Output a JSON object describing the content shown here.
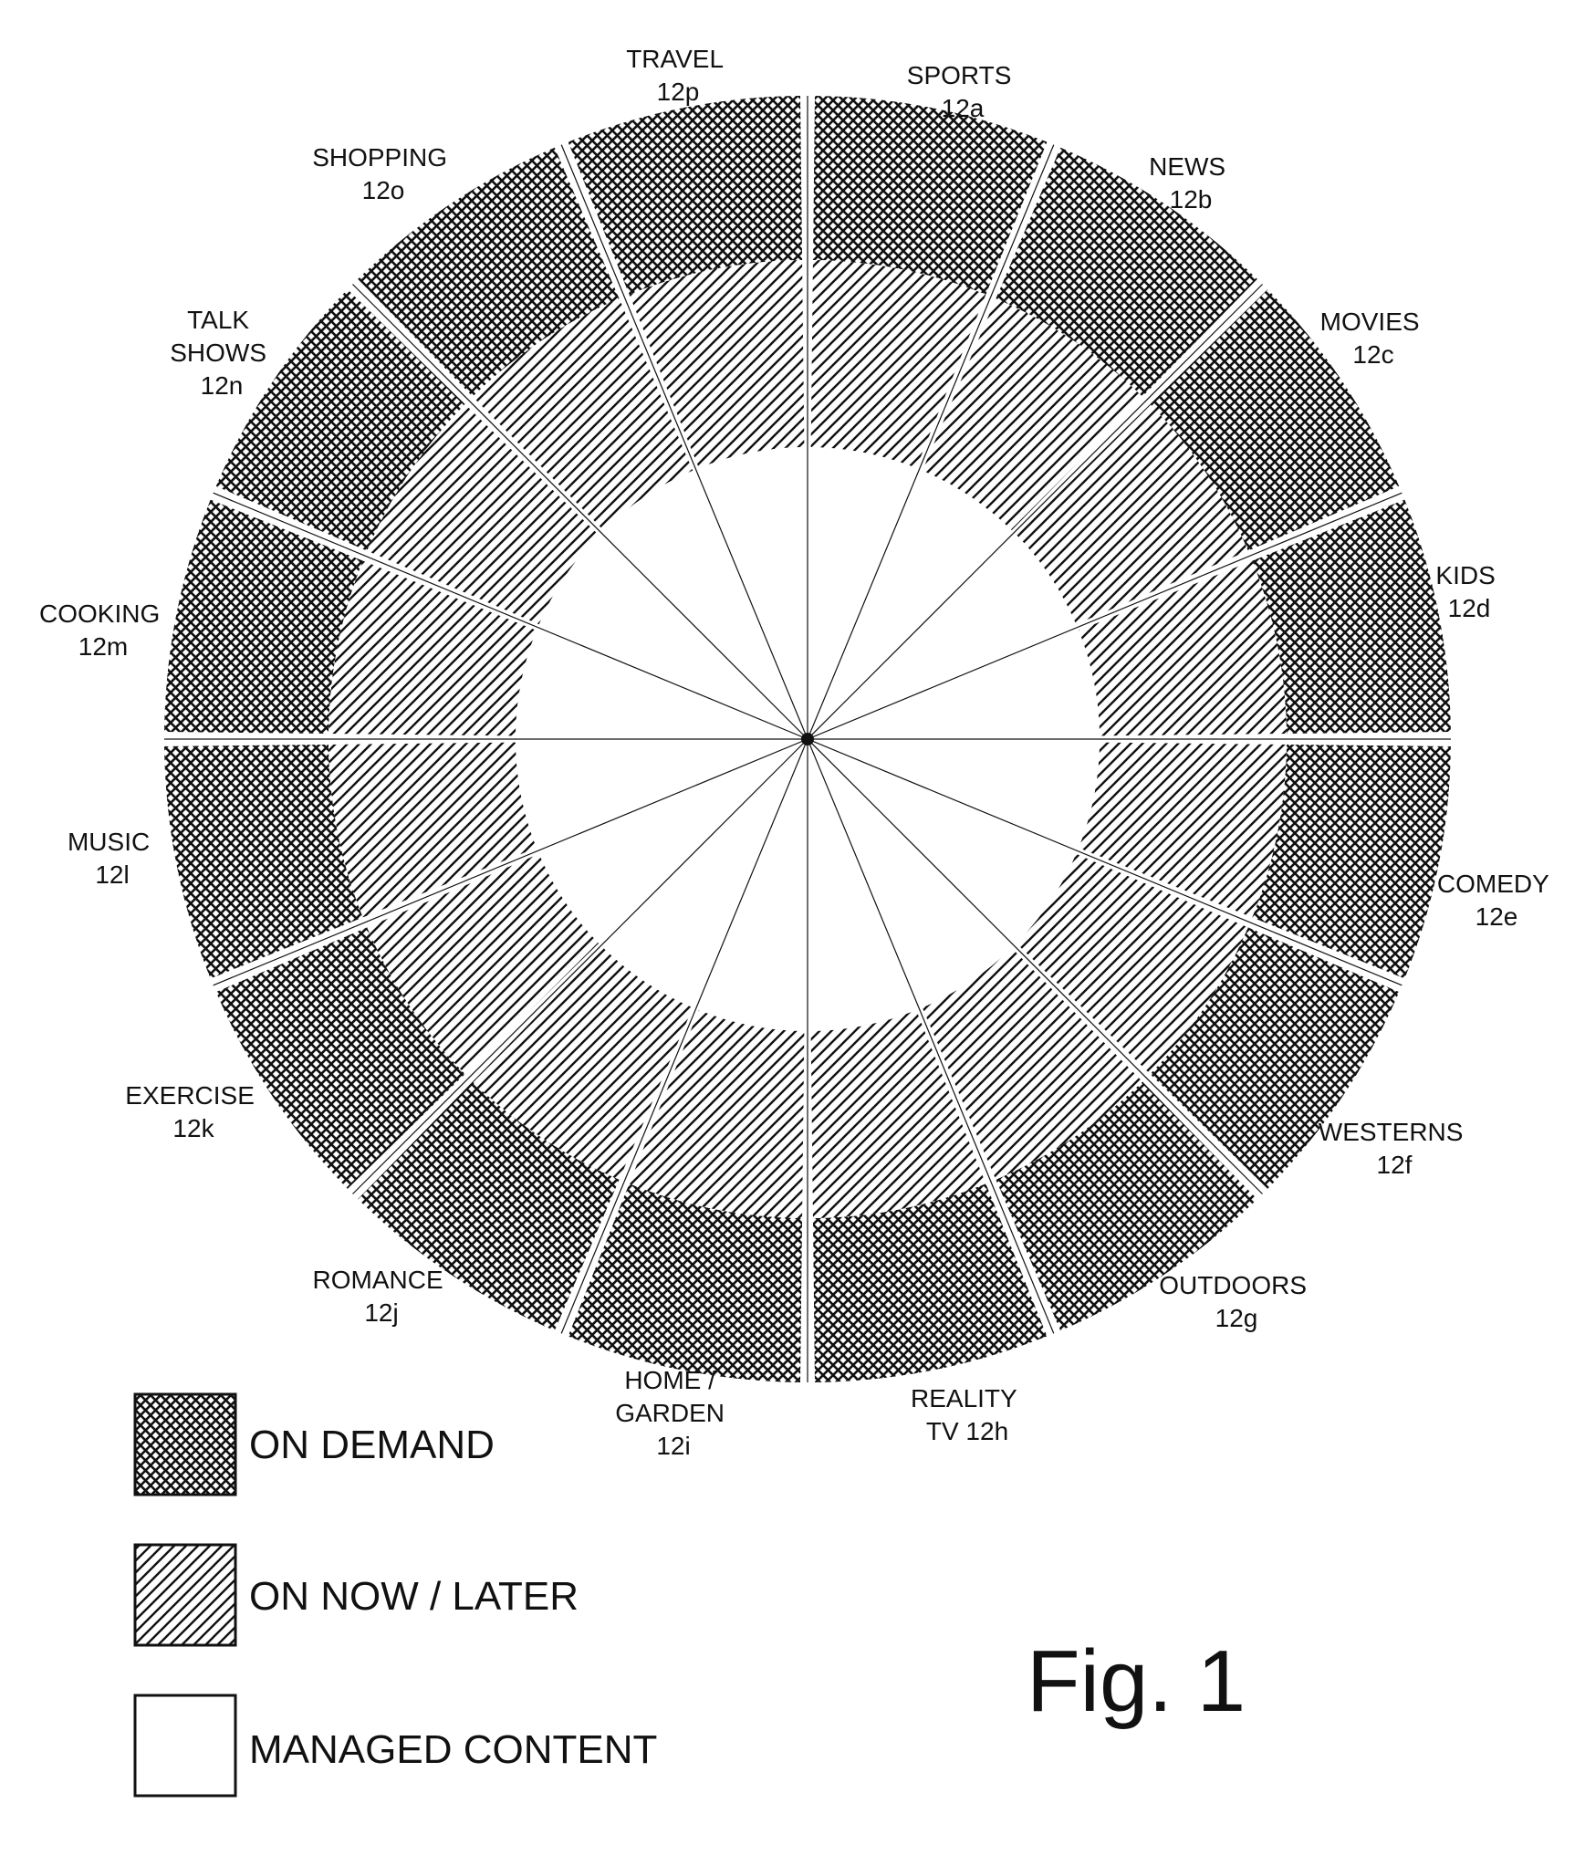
{
  "figure": {
    "caption": "Fig. 1",
    "segments": [
      {
        "name": "SPORTS",
        "ref": "12a"
      },
      {
        "name": "NEWS",
        "ref": "12b"
      },
      {
        "name": "MOVIES",
        "ref": "12c"
      },
      {
        "name": "KIDS",
        "ref": "12d"
      },
      {
        "name": "COMEDY",
        "ref": "12e"
      },
      {
        "name": "WESTERNS",
        "ref": "12f"
      },
      {
        "name": "OUTDOORS",
        "ref": "12g"
      },
      {
        "name": "REALITY TV",
        "ref": "12h"
      },
      {
        "name": "HOME / GARDEN",
        "ref": "12i"
      },
      {
        "name": "ROMANCE",
        "ref": "12j"
      },
      {
        "name": "EXERCISE",
        "ref": "12k"
      },
      {
        "name": "MUSIC",
        "ref": "12l"
      },
      {
        "name": "COOKING",
        "ref": "12m"
      },
      {
        "name": "TALK SHOWS",
        "ref": "12n"
      },
      {
        "name": "SHOPPING",
        "ref": "12o"
      },
      {
        "name": "TRAVEL",
        "ref": "12p"
      }
    ],
    "rings": {
      "outer": "ON DEMAND",
      "middle": "ON NOW / LATER",
      "inner": "MANAGED CONTENT"
    },
    "legend": [
      {
        "label": "ON DEMAND",
        "pattern": "crosshatch"
      },
      {
        "label": "ON NOW / LATER",
        "pattern": "diagonal"
      },
      {
        "label": "MANAGED CONTENT",
        "pattern": "blank"
      }
    ]
  }
}
